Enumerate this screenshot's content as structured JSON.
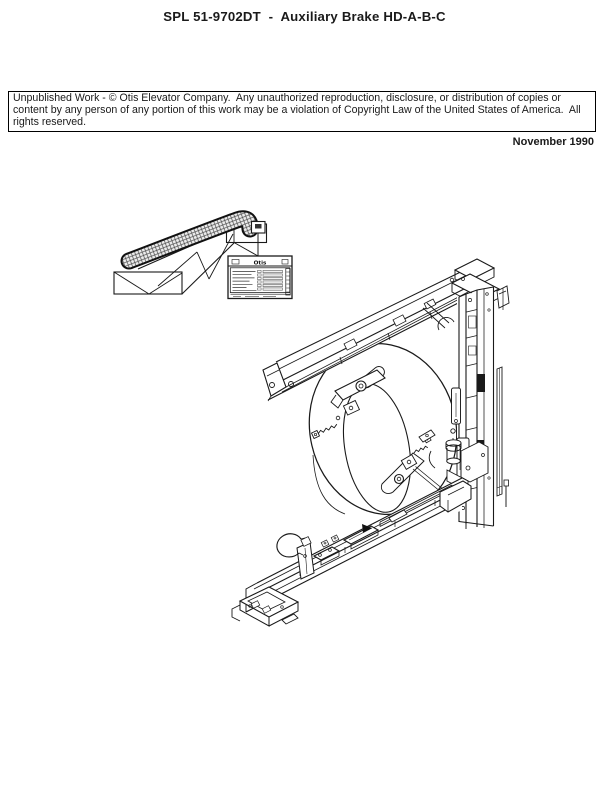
{
  "header": {
    "title": "SPL 51-9702DT  -  Auxiliary Brake HD-A-B-C",
    "date": "November 1990"
  },
  "copyright": {
    "text": "Unpublished Work - © Otis Elevator Company.  Any unauthorized reproduction, disclosure, or distribution of copies or content by any person of any portion of this work may be a violation of Copyright Law of the United States of America.  All rights reserved."
  },
  "figure": {
    "nameplate_brand": "Otis"
  },
  "colors": {
    "ink": "#1a1a1a",
    "paper": "#ffffff"
  }
}
